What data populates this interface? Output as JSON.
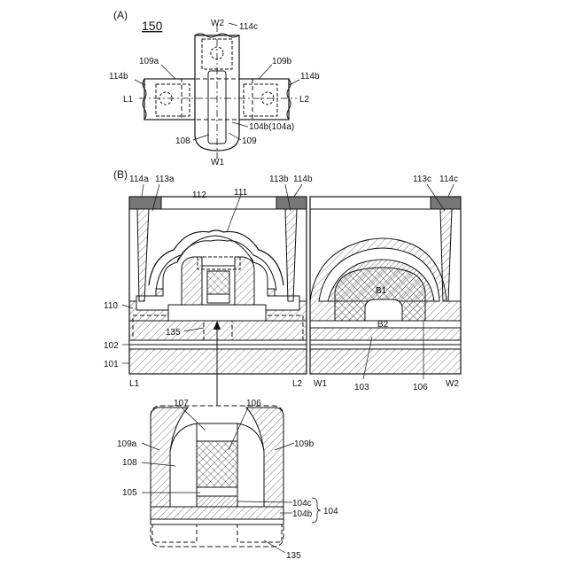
{
  "panel_a": {
    "tag": "(A)",
    "fig_number": "150",
    "labels": {
      "w2": "W2",
      "l114c": "114c",
      "l109a": "109a",
      "l109b": "109b",
      "l114b_left": "114b",
      "l114b_right": "114b",
      "l1": "L1",
      "l2": "L2",
      "l104b": "104b(104a)",
      "l108": "108",
      "l109": "109",
      "w1": "W1"
    }
  },
  "panel_b": {
    "tag": "(B)",
    "labels": {
      "l114a": "114a",
      "l113a": "113a",
      "l112": "112",
      "l111": "111",
      "l113b": "113b",
      "l114b": "114b",
      "l113c": "113c",
      "l114c": "114c",
      "l110": "110",
      "l135": "135",
      "l102": "102",
      "l101": "101",
      "l1": "L1",
      "l2": "L2",
      "w1": "W1",
      "w2": "W2",
      "b1": "B1",
      "b2": "B2",
      "l103": "103",
      "l106": "106"
    }
  },
  "panel_c": {
    "labels": {
      "l107": "107",
      "l106": "106",
      "l109a": "109a",
      "l109b": "109b",
      "l108": "108",
      "l105": "105",
      "l104c": "104c",
      "l104b": "104b",
      "l104": "104",
      "l135": "135"
    }
  }
}
